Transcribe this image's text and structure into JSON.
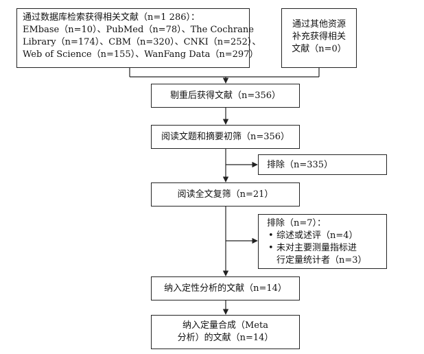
{
  "flow": {
    "search_box": {
      "lines": [
        "通过数据库检索获得相关文献（n=1 286）：",
        "EMbase（n=10）、PubMed（n=78）、The Cochrane",
        "Library（n=174）、CBM（n=320）、CNKI（n=252）、",
        "Web of Science（n=155）、WanFang Data（n=297）"
      ]
    },
    "other_box": {
      "lines": [
        "通过其他资源",
        "补充获得相关",
        "文献（n=0）"
      ]
    },
    "dedup_box": "剔重后获得文献（n=356）",
    "screen_box": "阅读文题和摘要初筛（n=356）",
    "exclude1_box": "排除（n=335）",
    "fulltext_box": "阅读全文复筛（n=21）",
    "exclude2_box": {
      "title": "排除（n=7）：",
      "items": [
        {
          "bullet": "•",
          "lines": [
            "综述或述评（n=4）"
          ]
        },
        {
          "bullet": "•",
          "lines": [
            "未对主要测量指标进",
            "行定量统计者（n=3）"
          ]
        }
      ]
    },
    "qualitative_box": "纳入定性分析的文献（n=14）",
    "quantitative_box": {
      "lines": [
        "纳入定量合成（Meta",
        "分析）的文献（n=14）"
      ]
    }
  }
}
